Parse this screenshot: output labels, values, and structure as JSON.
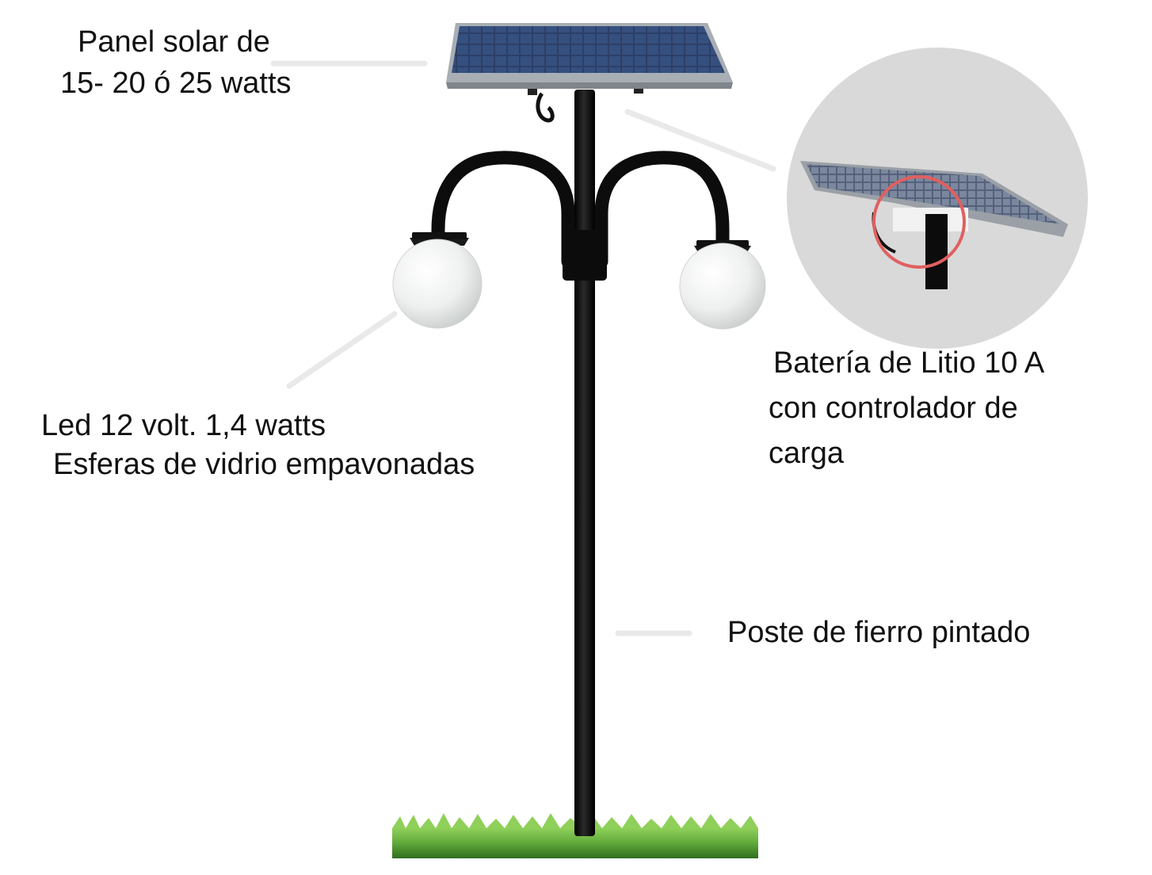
{
  "labels": {
    "panel": {
      "line1": "Panel solar de",
      "line2": "15- 20 ó 25 watts"
    },
    "battery": {
      "line1": "Batería de Litio 10 A",
      "line2": "con controlador de",
      "line3": "carga"
    },
    "led": {
      "line1": "Led 12 volt. 1,4 watts",
      "line2": "Esferas de vidrio empavonadas"
    },
    "pole": {
      "line1": "Poste de fierro pintado"
    }
  },
  "colors": {
    "leader_line": "#e9e9e9",
    "pole": "#0c0c0c",
    "panel_frame": "#a8aeb4",
    "panel_cells": "#2d3f66",
    "globe": "#eef0ef",
    "inset_bg": "#d9d9d9",
    "highlight_circle": "#e06060",
    "grass": "#5fa83a"
  }
}
